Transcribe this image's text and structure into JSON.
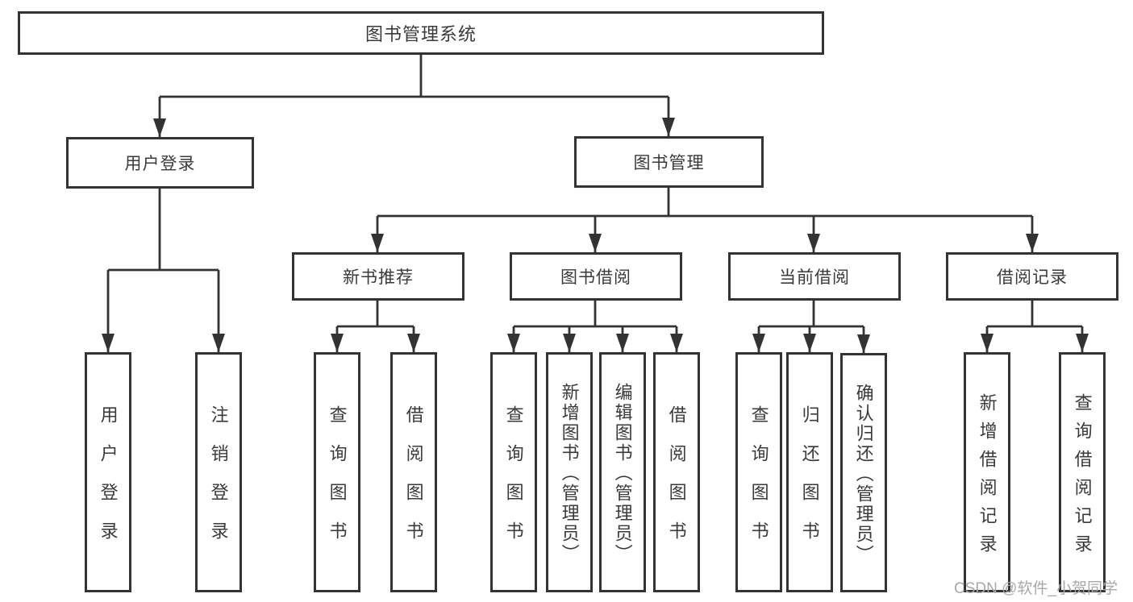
{
  "diagram": {
    "root": {
      "label": "图书管理系统"
    },
    "level2": [
      {
        "label": "用户登录"
      },
      {
        "label": "图书管理"
      }
    ],
    "level3": [
      {
        "label": "新书推荐"
      },
      {
        "label": "图书借阅"
      },
      {
        "label": "当前借阅"
      },
      {
        "label": "借阅记录"
      }
    ],
    "leaves": {
      "user_login": [
        "用户登录",
        "注销登录"
      ],
      "new_book_recommend": [
        "查询图书",
        "借阅图书"
      ],
      "book_borrow": [
        "查询图书",
        "新增图书（管理员）",
        "编辑图书（管理员）",
        "借阅图书"
      ],
      "current_borrow": [
        "查询图书",
        "归还图书",
        "确认归还（管理员）"
      ],
      "borrow_records": [
        "新增借阅记录",
        "查询借阅记录"
      ]
    }
  },
  "watermark": {
    "text": "CSDN @软件_小贺同学"
  },
  "colors": {
    "line": "#333333",
    "text": "#3a3a3a",
    "box_background": "#ffffff",
    "page_background": "#ffffff",
    "watermark": "#a8a8a8"
  }
}
